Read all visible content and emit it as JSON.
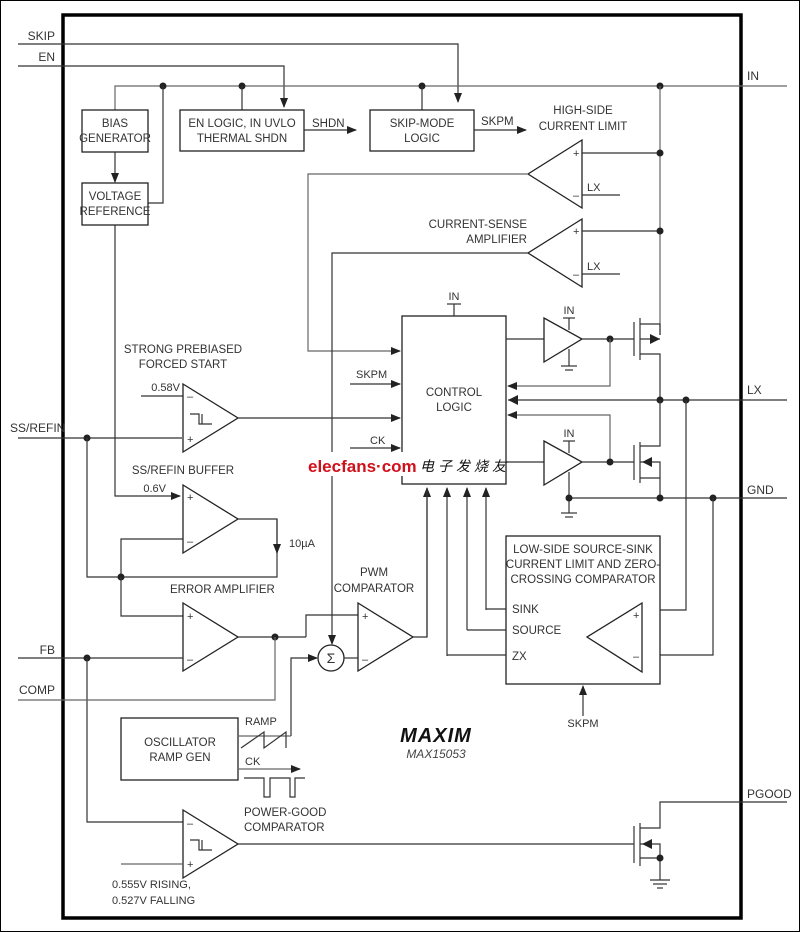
{
  "diagram": {
    "title": "MAX15053 Functional Diagram",
    "brand": "MAXIM",
    "part_number": "MAX15053",
    "watermark": {
      "site": "elecfans·com",
      "chinese": "电子发烧友",
      "color": "#d0101a"
    },
    "pins": {
      "skip": "SKIP",
      "en": "EN",
      "in": "IN",
      "ss_refin": "SS/REFIN",
      "lx": "LX",
      "gnd": "GND",
      "fb": "FB",
      "comp": "COMP",
      "pgood": "PGOOD"
    },
    "blocks": {
      "bias_gen": [
        "BIAS",
        "GENERATOR"
      ],
      "vref": [
        "VOLTAGE",
        "REFERENCE"
      ],
      "en_logic": [
        "EN LOGIC, IN UVLO",
        "THERMAL SHDN"
      ],
      "skip_logic": [
        "SKIP-MODE",
        "LOGIC"
      ],
      "control_logic": [
        "CONTROL",
        "LOGIC"
      ],
      "oscillator": [
        "OSCILLATOR",
        "RAMP GEN"
      ],
      "low_side": [
        "LOW-SIDE SOURCE-SINK",
        "CURRENT LIMIT AND ZERO-",
        "CROSSING COMPARATOR"
      ]
    },
    "labels": {
      "shdn": "SHDN",
      "skpm": "SKPM",
      "high_side_limit": [
        "HIGH-SIDE",
        "CURRENT LIMIT"
      ],
      "current_sense": [
        "CURRENT-SENSE",
        "AMPLIFIER"
      ],
      "lx": "LX",
      "in": "IN",
      "prebiased": [
        "STRONG PREBIASED",
        "FORCED START"
      ],
      "v058": "0.58V",
      "ss_buffer": "SS/REFIN BUFFER",
      "v06": "0.6V",
      "i10ua": "10µA",
      "error_amp": "ERROR AMPLIFIER",
      "pwm_comp": [
        "PWM",
        "COMPARATOR"
      ],
      "ck": "CK",
      "ramp": "RAMP",
      "sigma": "Σ",
      "sink": "SINK",
      "source": "SOURCE",
      "zx": "ZX",
      "pgood_comp": [
        "POWER-GOOD",
        "COMPARATOR"
      ],
      "pg_thresholds": [
        "0.555V RISING,",
        "0.527V FALLING"
      ],
      "plus": "+",
      "minus": "–"
    }
  }
}
